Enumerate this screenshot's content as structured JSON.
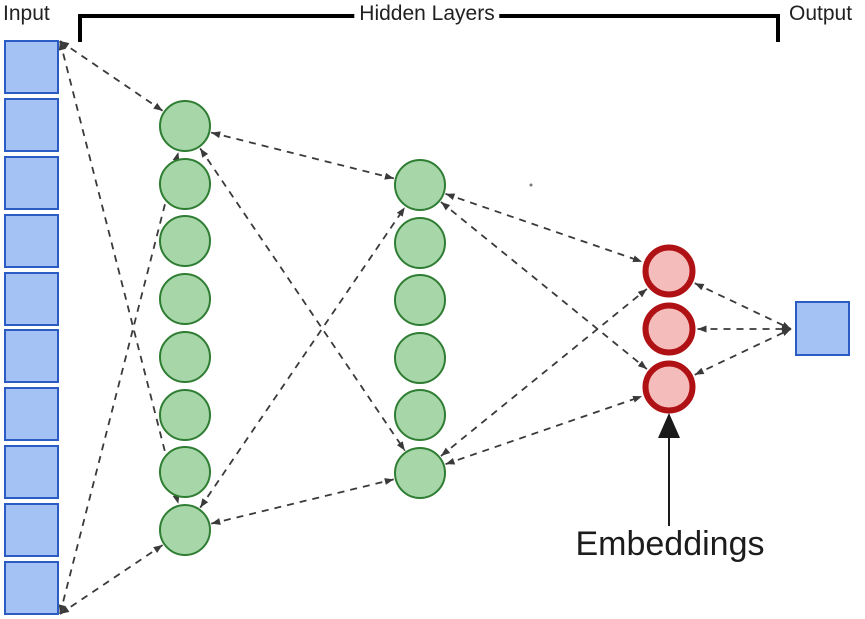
{
  "labels": {
    "input": "Input",
    "hidden_layers": "Hidden Layers",
    "output": "Output",
    "embeddings": "Embeddings"
  },
  "colors": {
    "input_fill": "#a4c2f4",
    "input_border": "#2b5cc4",
    "hidden_fill": "#a7d7a9",
    "hidden_border": "#2f7d33",
    "embedding_fill": "#f5bcbc",
    "embedding_border": "#b01114",
    "output_fill": "#a4c2f4",
    "output_border": "#2b5cc4",
    "connector": "#3a3a3a",
    "bracket": "#000000",
    "arrow": "#1a1a1a",
    "text": "#212121"
  },
  "network": {
    "layers": [
      {
        "name": "input",
        "shape": "square",
        "count": 10
      },
      {
        "name": "hidden-1",
        "shape": "circle",
        "count": 8
      },
      {
        "name": "hidden-2",
        "shape": "circle",
        "count": 6
      },
      {
        "name": "embeddings",
        "shape": "circle",
        "count": 3
      },
      {
        "name": "output",
        "shape": "square",
        "count": 1
      }
    ]
  }
}
